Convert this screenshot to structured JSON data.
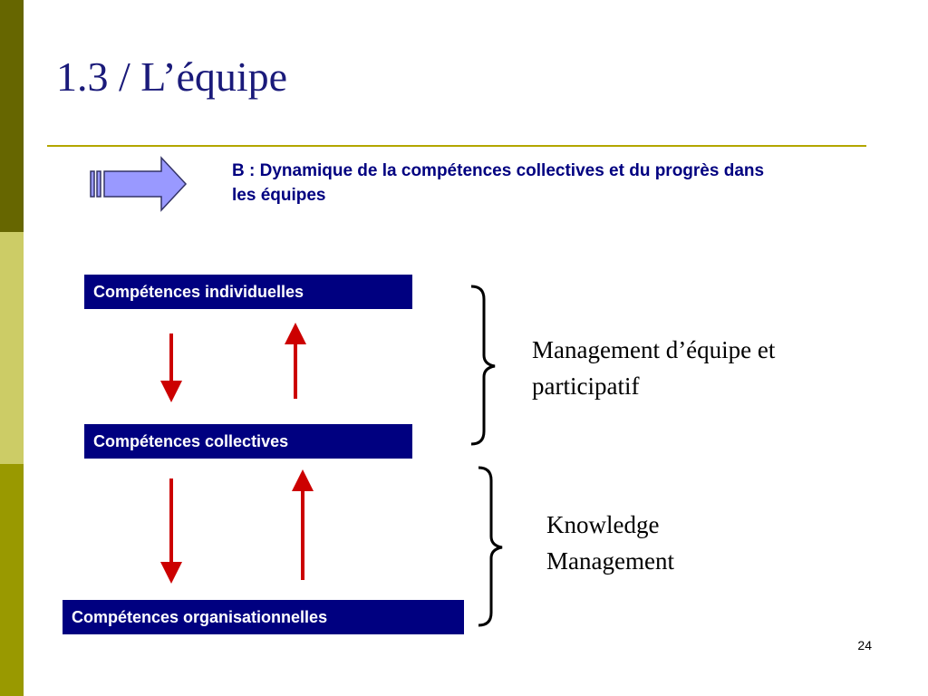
{
  "slide": {
    "title": "1.3 / L’équipe",
    "subtitle": "B : Dynamique de la compétences collectives et du progrès dans les équipes",
    "boxes": {
      "individual": "Compétences individuelles",
      "collective": "Compétences collectives",
      "organizational": "Compétences organisationnelles"
    },
    "brace_labels": {
      "upper": "Management d’équipe et participatif",
      "lower": "Knowledge Management"
    },
    "page_number": "24"
  },
  "colors": {
    "sidebar_dark": "#666600",
    "sidebar_light": "#cccc66",
    "sidebar_mid": "#999900",
    "title": "#1a1a7a",
    "rule": "#b3a600",
    "box_fill": "#000080",
    "arrow_red": "#cc0000",
    "pointer_arrow_fill": "#9999ff"
  }
}
